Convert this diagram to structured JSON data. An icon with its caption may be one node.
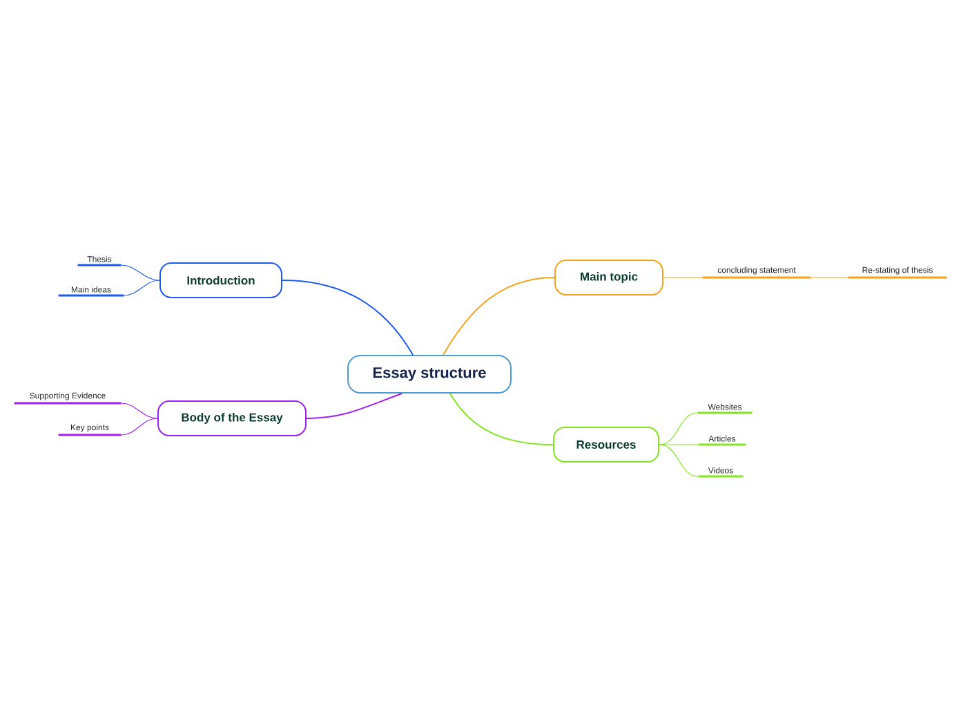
{
  "diagram": {
    "nodes": [
      {
        "text": [
          "Essay structure"
        ]
      },
      {
        "text": [
          "Introduction"
        ]
      },
      {
        "text": [
          "Thesis"
        ]
      },
      {
        "text": [
          "Main ideas"
        ]
      },
      {
        "text": [
          "Main topic"
        ]
      },
      {
        "text": [
          "concluding statement"
        ]
      },
      {
        "text": [
          "Re-stating of thesis"
        ]
      },
      {
        "text": [
          "Body of the Essay"
        ]
      },
      {
        "text": [
          "Supporting Evidence"
        ]
      },
      {
        "text": [
          "Key points"
        ]
      },
      {
        "text": [
          "Resources"
        ]
      },
      {
        "text": [
          "Websites"
        ]
      },
      {
        "text": [
          "Articles"
        ]
      },
      {
        "text": [
          "Videos"
        ]
      }
    ],
    "edges": [
      {
        "from": 0,
        "to": 1,
        "arrow": "none",
        "color": "#1f5af0"
      },
      {
        "from": 1,
        "to": 2,
        "arrow": "none",
        "color": "#1f5af0"
      },
      {
        "from": 1,
        "to": 3,
        "arrow": "none",
        "color": "#1f5af0"
      },
      {
        "from": 0,
        "to": 4,
        "arrow": "none",
        "color": "#f7a21b"
      },
      {
        "from": 4,
        "to": 5,
        "arrow": "none",
        "color": "#f7a21b"
      },
      {
        "from": 5,
        "to": 6,
        "arrow": "none",
        "color": "#f7a21b"
      },
      {
        "from": 0,
        "to": 7,
        "arrow": "none",
        "color": "#a020f0"
      },
      {
        "from": 7,
        "to": 8,
        "arrow": "none",
        "color": "#a020f0"
      },
      {
        "from": 7,
        "to": 9,
        "arrow": "none",
        "color": "#a020f0"
      },
      {
        "from": 0,
        "to": 10,
        "arrow": "none",
        "color": "#80e620"
      },
      {
        "from": 10,
        "to": 11,
        "arrow": "none",
        "color": "#80e620"
      },
      {
        "from": 10,
        "to": 12,
        "arrow": "none",
        "color": "#80e620"
      },
      {
        "from": 10,
        "to": 13,
        "arrow": "none",
        "color": "#80e620"
      }
    ]
  }
}
